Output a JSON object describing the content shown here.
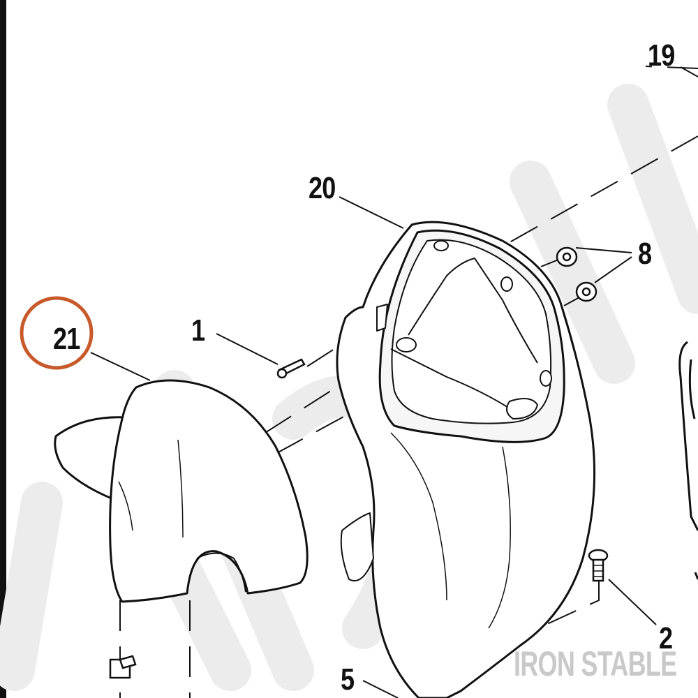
{
  "diagram": {
    "callouts": [
      {
        "id": "c19",
        "label": "19"
      },
      {
        "id": "c20",
        "label": "20"
      },
      {
        "id": "c8",
        "label": "8"
      },
      {
        "id": "c1",
        "label": "1"
      },
      {
        "id": "c21",
        "label": "21"
      },
      {
        "id": "c2",
        "label": "2"
      },
      {
        "id": "c5",
        "label": "5"
      }
    ],
    "highlighted_callout": "21",
    "highlight_color": "#c8592b",
    "line_color": "#111111",
    "part_fill": "#ffffff",
    "watermark": {
      "text": "IRON STABLE",
      "color": "#c9c9c9"
    }
  }
}
